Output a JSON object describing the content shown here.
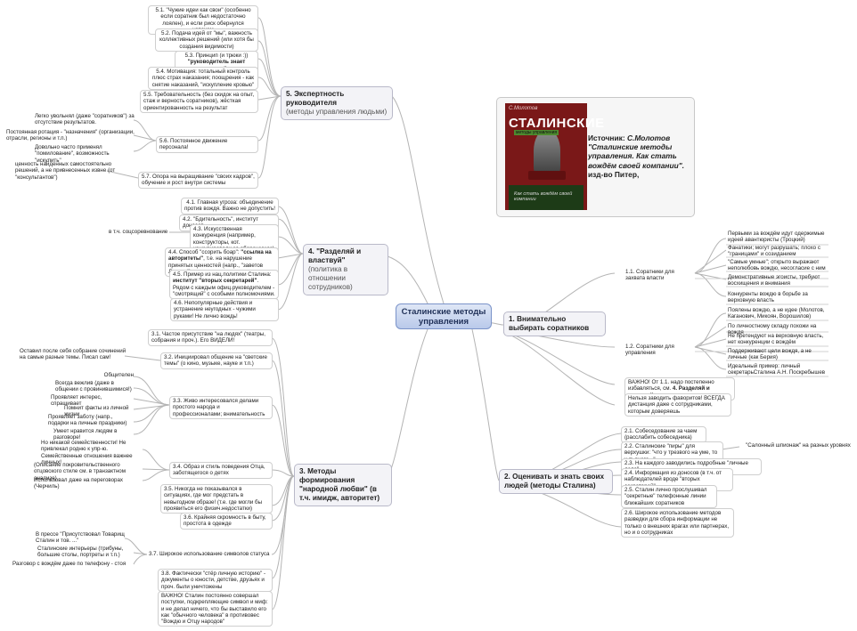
{
  "central": {
    "title": "Сталинские методы управления"
  },
  "source": {
    "label": "Источник:",
    "author": "С.Молотов",
    "title": "\"Сталинские методы управления. Как стать вождём своей компании\".",
    "publisher": "изд-во Питер,",
    "cover": {
      "author": "С.Молотов",
      "title": "СТАЛИНСКИЕ",
      "subtitle": "методы управления",
      "tagline": "Как стать вождём своей компании"
    }
  },
  "b1": {
    "title": "1. Внимательно выбирать соратников",
    "n11": "1.1. Соратники для захвата власти",
    "n11_items": [
      "Первыми за вождём идут одержимые идеей авантюристы (Троцкий)",
      "Фанатики; могут разрушать; плохо с \"границами\" и созиданием",
      "\"Самые умные\"; открыто выражают неполюбовь вождю, несогласие с ним",
      "Демонстративные эгоисты, требуют восхищения и внимания",
      "Конкуренты вождю в борьбе за верховную власть"
    ],
    "n12": "1.2. Соратники для управления",
    "n12_items": [
      "Поялены вождю, а не идее (Молотов, Каганович, Микоян, Ворошилов)",
      "По личностному складу похожи на вождя",
      "Не претендуют на верховную власть, нет конкуренции с вождём",
      "Поддерживают цели вождя, а не личные (как Берия)",
      "Идеальный пример: личный секретарьСталина А.Н. Поскребышев"
    ],
    "important_a": "ВАЖНО!  От 1.1. надо постепенно избавляться, см.",
    "important_b": "4. Разделяй и властвуй",
    "favorites": "Нельзя заводить фаворитов! ВСЕГДА дистанция даже с сотрудниками, которым доверяешь"
  },
  "b2": {
    "title": "2. Оценивать и знать своих людей (методы Сталина)",
    "n21": "2.1. Собеседование за чаем (расслабить собеседника)",
    "n22": "2.2. Сталинские \"пиры\" для верхушки: \"что у трезвого на уме, то у пьяного...\"",
    "n22_side": "\"Салонный шпионаж\" на разных уровнях",
    "n23": "2.3. На каждого заводились подробные \"личные дела\"",
    "n24": "2.4. Информация из доносов (в т.ч. от наблюдателей вроде \"вторых секретарей\"",
    "n25": "2.5. Сталин лично прослушивал \"секретные\" телефонные линии ближайших соратников",
    "n26": "2.6. Широкое использование методов разведки для сбора информации не только о внешних врагах или партнерах, но и о сотрудниках"
  },
  "b3": {
    "title": "3. Методы формирования \"народной любви\" (в т.ч. имидж, авторитет)",
    "n31": "3.1. Частое присутствие \"на людях\" (театры, собрания и проч.). Его ВИДЕЛИ!",
    "n32": "3.2. Инициировал общение на \"светские темы\" (о кино, музыке, науке  и т.п.)",
    "n32_side": "Оставил после себя собрание сочинений на самые разные темы. Писал сам!",
    "n33": "3.3. Живо интересовался делами простого народа и профессионалами; внимательность",
    "n33_items": [
      "Общителен",
      "Всегда вежлив (даже в общении с провинившимися!)",
      "Проявляет интерес, спрашивает",
      "Помнит факты из личной жизни",
      "Проявляет заботу (напр., подарки на личные праздники)",
      "Умеет нравится людям в разговоре!"
    ],
    "n34": "3.4. Образ и стиль поведения Отца, заботящегося о детях",
    "n34_items": [
      "Но никакой семейственности! Не привлекал родню к упр-ю. Семейственные отношения важнее личных!",
      "(Описание покровительственного отцовского стиле см. в транзактном анализе)",
      "Использовал даже на переговорах (Черчиль)"
    ],
    "n35": "3.5. Никогда не показывался в ситуациях, где мог предстать в невыгодном образе! (т.е. где могли бы проявиться его физич.недостатки)",
    "n36": "3.6. Крайняя скромность в быту, простота в одежде",
    "n37": "3.7. Широкое использование символов статуса",
    "n37_items": [
      "В прессе \"Присутствовал Товарищ Сталин и тов. ...\"",
      "Сталинские интерьеры (трибуны, большие столы, портреты и т.п.)",
      "Разговор с вождём даже по телефону - стоя"
    ],
    "n38": "3.8. Фактически \"стёр личную историю\" - документы о юности, детстве, друзьях и проч. были уничтожены",
    "important": "ВАЖНО! Сталин постоянно совершал поступки, подкрепляющие символ и миф: и не делал ничего, что бы выставило его как \"обычного человека\" в противовес \"Вождю и Отцу народов\""
  },
  "b4": {
    "title": "4. \"Разделяй и властвуй\"",
    "subtitle": "(политика в отношении сотрудников)",
    "n41": "4.1. Главная угроза: объединение против вождя. Важно не допустить!",
    "n42": "4.2. \"Бдительность\", институт доносов",
    "n43": "4.3. Искусственная конкуренция (например, конструкторы, кот. конкурировали за оборонзаказ)",
    "n43_side": "в т.ч. соцсоревнование",
    "n44_a": "4.4. Способ \"ссорить боар\":",
    "n44_b": "\"ссылка на авторитеты\"",
    "n44_c": ", т.е. на нарушение принятых ценностей (напр., \"заветов Ленина\")",
    "n45_a": "4.5. Пример из нац.политики Сталина:",
    "n45_b": "институт \"вторых секретарей\"",
    "n45_c": ". Рядом с каждым офиц.руководителем - \"смотрящий\" с особыми полномочиями.",
    "n46": "4.6. Непопулярные действия и устранение неугодных - чужими руками! Не лично вождь!"
  },
  "b5": {
    "title": "5. Экспертность руководителя",
    "subtitle": "(методы управления людьми)",
    "n51": "5.1. \"Чужие идеи как свои\" (особенно если соратник был недостаточно лоялен), и если риск обернулся успехом",
    "n52": "5.2. Подача идей от \"мы\", важность коллективных решений (или хотя бы создания видимости)",
    "n53_a": "5.3. Принцип (и трюки :))",
    "n53_b": "\"руководитель знает лучше\"",
    "n54": "5.4. Мотивация: тотальный контроль плюс страх наказания; поощрения - как снятие наказаний, \"искупление кровью\"",
    "n55": "5.5. Требовательность (без скидок на опыт, стаж и верность соратников), жёсткая ориентированность на результат",
    "n56": "5.6. Постоянное движение персонала!",
    "n56_items": [
      "Легко увольнял (даже \"соратников\") за отсутствие результатов.",
      "Постоянная ротация - \"назначения\" (организации, отрасли, регионы и т.п.)",
      "Довольно часто применял \"помилование\", возможность \"искупить\""
    ],
    "n57": "5.7. Опора на выращивание \"своих кадров\", обучение и рост внутри системы",
    "n57_side": "ценность найденных самостоятельно решений, а не привнесенных извне (от \"консультантов\")"
  }
}
